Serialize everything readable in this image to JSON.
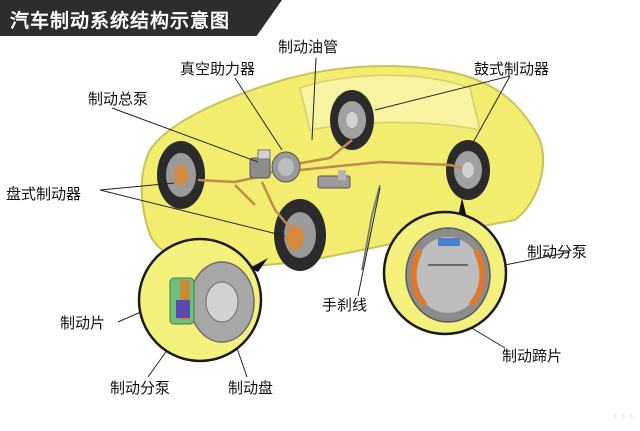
{
  "title": "汽车制动系统结构示意图",
  "labels": {
    "brake_pipe": "制动油管",
    "vacuum_booster": "真空助力器",
    "drum_brake": "鼓式制动器",
    "master_cylinder": "制动总泵",
    "disc_brake": "盘式制动器",
    "wheel_cylinder_drum": "制动分泵",
    "handbrake_cable": "手刹线",
    "brake_pad": "制动片",
    "brake_shoe": "制动蹄片",
    "wheel_cylinder_disc": "制动分泵",
    "brake_disc": "制动盘"
  },
  "colors": {
    "car_body": "#f2ec6f",
    "car_outline": "#c9c25a",
    "tire": "#2b2b2b",
    "pipe": "#c18a4a",
    "callout_bg": "#f3f07c",
    "title_bg": "#2d2d2d"
  }
}
